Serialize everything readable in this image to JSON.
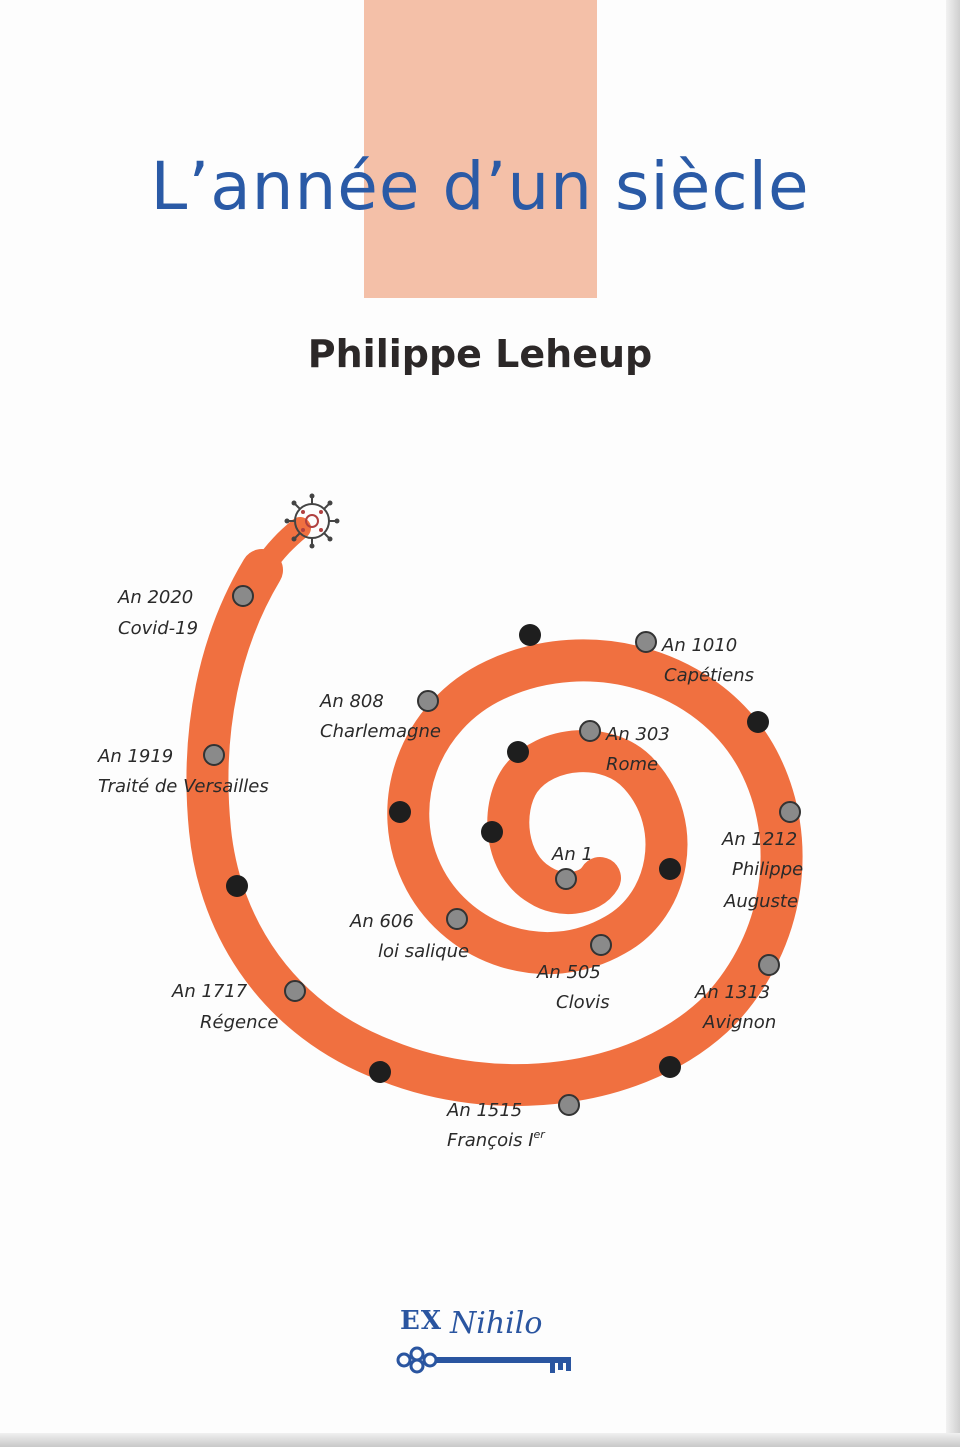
{
  "cover": {
    "title": "L’année d’un siècle",
    "author": "Philippe Leheup",
    "publisher": {
      "part1": "EX",
      "part2": "Nihilo"
    },
    "colors": {
      "title": "#2a5aa6",
      "peach_block": "#f4c0a8",
      "spiral": "#f07040",
      "dot_gray": "#8a8a8a",
      "dot_dark": "#1e1e1e"
    }
  },
  "timeline": [
    {
      "year": "An 1",
      "event": ""
    },
    {
      "year": "An 303",
      "event": "Rome"
    },
    {
      "year": "An 505",
      "event": "Clovis"
    },
    {
      "year": "An 606",
      "event": "loi salique"
    },
    {
      "year": "An 808",
      "event": "Charlemagne"
    },
    {
      "year": "An 1010",
      "event": "Capétiens"
    },
    {
      "year": "An 1212",
      "event": "Philippe",
      "event2": "Auguste"
    },
    {
      "year": "An 1313",
      "event": "Avignon"
    },
    {
      "year": "An 1515",
      "event": "François I",
      "event_sup": "er"
    },
    {
      "year": "An 1717",
      "event": "Régence"
    },
    {
      "year": "An 1919",
      "event": "Traité de Versailles"
    },
    {
      "year": "An 2020",
      "event": "Covid-19"
    }
  ],
  "icons": {
    "virus": "virus-icon",
    "key": "key-icon"
  }
}
